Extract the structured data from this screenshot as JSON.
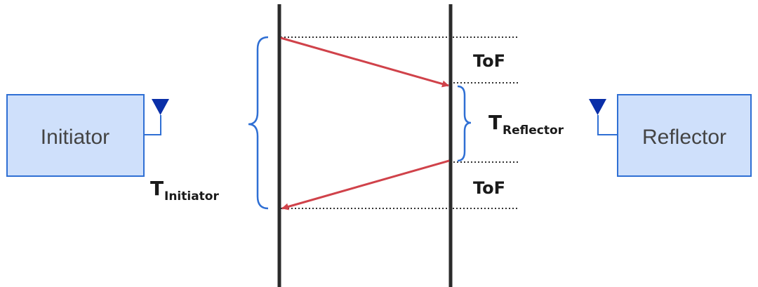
{
  "devices": {
    "initiator": {
      "label": "Initiator"
    },
    "reflector": {
      "label": "Reflector"
    }
  },
  "intervals": {
    "tof_top": "ToF",
    "tof_bottom": "ToF",
    "t_reflector": {
      "main": "T",
      "sub": "Reflector"
    },
    "t_initiator": {
      "main": "T",
      "sub": "Initiator"
    }
  },
  "colors": {
    "box_fill": "#cfe0fb",
    "box_stroke": "#2f6fd4",
    "antenna": "#0a2fa8",
    "antenna_line": "#2f6fd4",
    "arrow": "#d0424a",
    "timeline": "#2b2b2b",
    "brace": "#2f6fd4",
    "dotted": "#333333"
  }
}
